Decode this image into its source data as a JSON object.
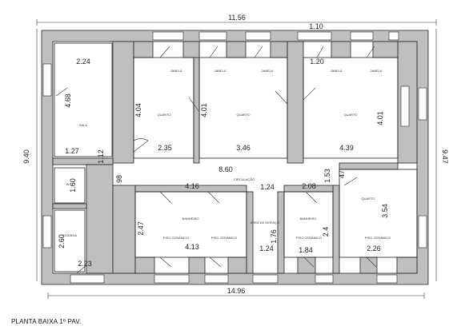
{
  "drawing": {
    "caption": "PLANTA BAIXA 1º PAV.",
    "colors": {
      "wall": "#bfbfbf",
      "line": "#222222",
      "paper": "#ffffff"
    }
  },
  "dimensions": {
    "overall_top": "11.56",
    "overall_top_2": "1.10",
    "overall_bottom": "14.96",
    "left_total": "9.40",
    "right_total": "9.47",
    "r1_w": "2.24",
    "r1_h": "4.68",
    "r1_b": "1.27",
    "r1_side": "1.12",
    "r2_h": "4.04",
    "r2_w": "2.35",
    "r3_h": "4.01",
    "r3_w": "3.46",
    "r4_top": "1.20",
    "r4_h": "4.01",
    "r4_w": "4.39",
    "hall_w": "8.60",
    "hall_w2": "4.16",
    "hall_v": "98",
    "small_w": "1.24",
    "small_w2": "2.08",
    "small_v": "1.53",
    "small_v2": "47",
    "r5_h": "1.60",
    "r6_h": "2.60",
    "r6_w": "2.23",
    "r7_h": "2.47",
    "r7_w": "4.13",
    "r8_h": "1.76",
    "r8_w": "1.24",
    "r9_h": "2.4",
    "r9_w": "1.84",
    "r10_h": "3.54",
    "r10_w": "2.26"
  },
  "labels": {
    "hall": "CIRCULAÇÃO",
    "bedroom": "QUARTO",
    "bath": "BANHEIRO",
    "room": "SALA",
    "service": "ÁREA DE SERVIÇO",
    "kitchen": "COZINHA",
    "wc": "W.C.",
    "floor_note": "PISO CERÂMICO",
    "window_tag": "JANELA"
  }
}
